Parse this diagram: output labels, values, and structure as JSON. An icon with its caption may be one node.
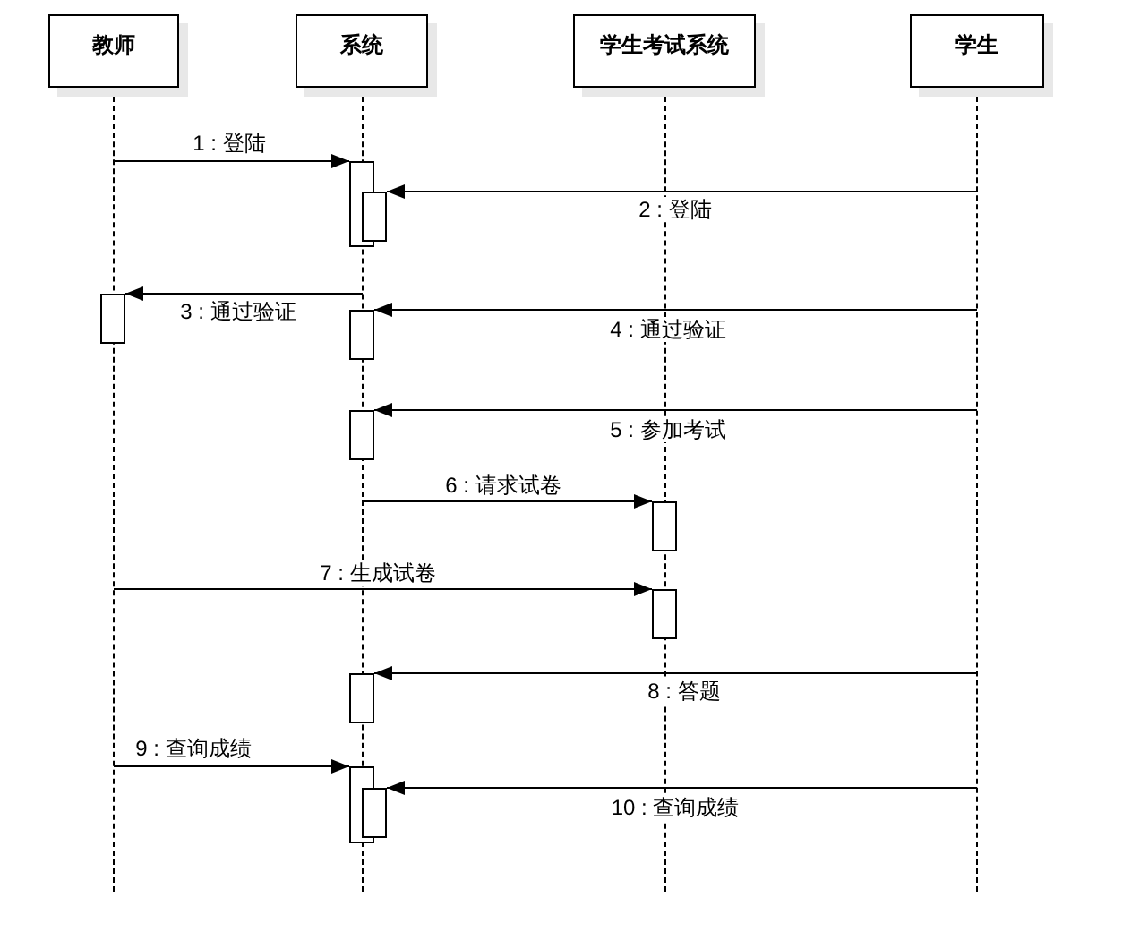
{
  "diagram": {
    "nodes": [
      {
        "text": [
          "教师"
        ]
      },
      {
        "text": [
          "系统"
        ]
      },
      {
        "text": [
          "学生考试系统"
        ]
      },
      {
        "text": [
          "学生"
        ]
      },
      {
        "text": [],
        "shape": "line"
      },
      {
        "text": [],
        "shape": "line"
      },
      {
        "text": [],
        "shape": "line"
      },
      {
        "text": [],
        "shape": "line"
      },
      {
        "text": [],
        "shape": "bar"
      },
      {
        "text": [],
        "shape": "bar"
      },
      {
        "text": [],
        "shape": "bar"
      },
      {
        "text": [],
        "shape": "bar"
      },
      {
        "text": [],
        "shape": "bar"
      },
      {
        "text": [],
        "shape": "bar"
      },
      {
        "text": [],
        "shape": "bar"
      },
      {
        "text": [],
        "shape": "bar"
      },
      {
        "text": [],
        "shape": "bar"
      },
      {
        "text": [],
        "shape": "bar"
      }
    ],
    "edges": [
      {
        "from": 4,
        "to": 8,
        "arrow": "to",
        "label": "1 : 登陆"
      },
      {
        "from": 7,
        "to": 9,
        "arrow": "to",
        "label": "2 : 登陆"
      },
      {
        "from": 5,
        "to": 10,
        "arrow": "to",
        "label": "3 : 通过验证"
      },
      {
        "from": 7,
        "to": 11,
        "arrow": "to",
        "label": "4 : 通过验证"
      },
      {
        "from": 7,
        "to": 12,
        "arrow": "to",
        "label": "5 : 参加考试"
      },
      {
        "from": 5,
        "to": 13,
        "arrow": "to",
        "label": "6 : 请求试卷"
      },
      {
        "from": 4,
        "to": 14,
        "arrow": "to",
        "label": "7 : 生成试卷"
      },
      {
        "from": 7,
        "to": 15,
        "arrow": "to",
        "label": "8 : 答题"
      },
      {
        "from": 4,
        "to": 16,
        "arrow": "to",
        "label": "9 : 查询成绩"
      },
      {
        "from": 7,
        "to": 17,
        "arrow": "to",
        "label": "10 : 查询成绩"
      }
    ]
  }
}
